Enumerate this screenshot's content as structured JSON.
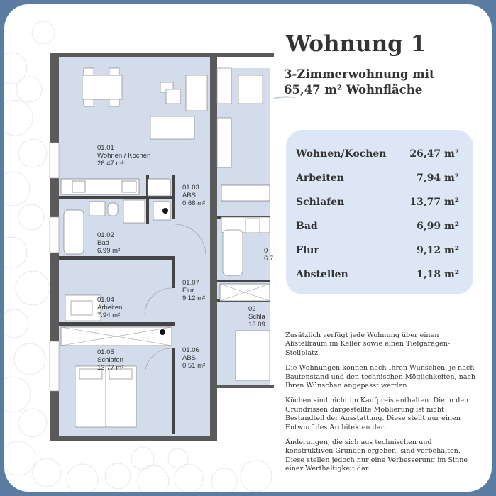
{
  "header": {
    "title": "Wohnung 1",
    "subtitle_line1": "3-Zimmerwohnung mit",
    "subtitle_line2": "65,47 m² Wohnfläche"
  },
  "rooms_table": [
    {
      "name": "Wohnen/Kochen",
      "area": "26,47 m²"
    },
    {
      "name": "Arbeiten",
      "area": "7,94 m²"
    },
    {
      "name": "Schlafen",
      "area": "13,77 m²"
    },
    {
      "name": "Bad",
      "area": "6,99 m²"
    },
    {
      "name": "Flur",
      "area": "9,12 m²"
    },
    {
      "name": "Abstellen",
      "area": "1,18 m²"
    }
  ],
  "notes": [
    "Zusätzlich verfügt jede Wohnung über einen Abstellraum im Keller sowie einen Tiefgaragen-Stellplatz.",
    "Die Wohnungen können nach Ihren Wünschen, je nach Bautenstand und den technischen Möglichkeiten, nach Ihren Wünschen angepasst werden.",
    "Küchen sind nicht im Kaufpreis enthalten. Die in den Grundrissen dargestellte Möblierung ist nicht Bestandteil der Ausstattung. Diese stellt nur einen Entwurf des Architekten dar.",
    "Änderungen, die sich aus technischen und konstruktiven Gründen ergeben, sind vorbehalten. Diese stellen jedoch nur eine Verbesserung im Sinne einer Werthaltigkeit dar."
  ],
  "plan_labels": {
    "r0101": [
      "01.01",
      "Wohnen / Kochen",
      "26.47 m²"
    ],
    "r0102": [
      "01.02",
      "Bad",
      "6.99 m²"
    ],
    "r0103": [
      "01.03",
      "ABS.",
      "0.68 m²"
    ],
    "r0104": [
      "01.04",
      "Arbeiten",
      "7.94 m²"
    ],
    "r0105": [
      "01.05",
      "Schlafen",
      "13.77 m²"
    ],
    "r0106": [
      "01.06",
      "ABS.",
      "0.51 m²"
    ],
    "r0107": [
      "01.07",
      "Flur",
      "9.12 m²"
    ],
    "n_bad": [
      "0",
      "6.7"
    ],
    "n_schlaf": [
      "02",
      "Schla",
      "13.09"
    ]
  },
  "colors": {
    "frame": "#5b7da1",
    "room_fill": "#d2dcea",
    "table_bg": "#dde6f4",
    "wall": "#4a4a4a"
  }
}
